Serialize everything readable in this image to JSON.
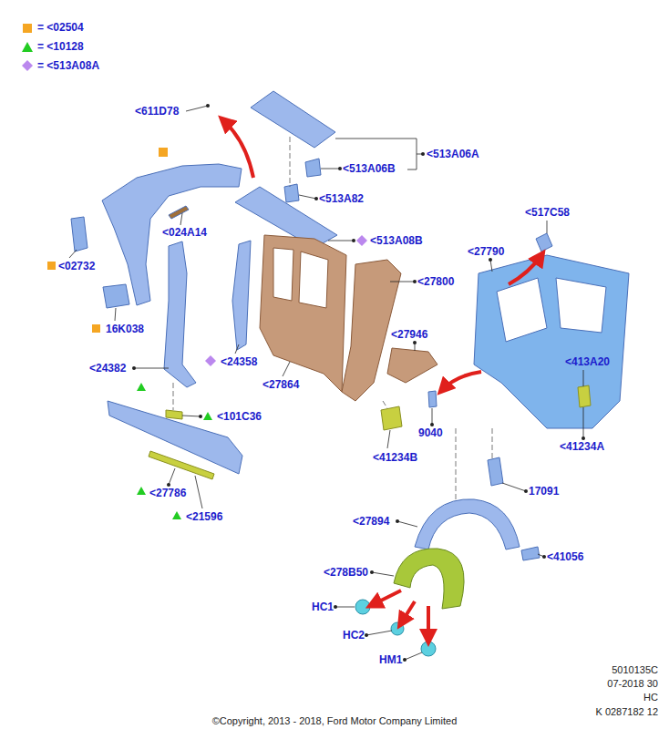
{
  "diagram": {
    "labels": [
      "<611D78",
      "<513A06A",
      "<513A06B",
      "<513A82",
      "<024A14",
      "<513A08B",
      "<517C58",
      "<27790",
      "<02732",
      "<27800",
      "16K038",
      "<27946",
      "<413A20",
      "<24382",
      "<24358",
      "<27864",
      "<101C36",
      "9040",
      "<41234B",
      "<41234A",
      "17091",
      "<27786",
      "<21596",
      "<27894",
      "<41056",
      "<278B50",
      "HC1",
      "HC2",
      "HM1",
      "5010135C",
      "07-2018 30",
      "HC",
      "K 0287182 12",
      "©Copyright, 2013 - 2018, Ford Motor Company Limited"
    ],
    "legend": [
      {
        "text": "= <02504",
        "color": "#f5a623"
      },
      {
        "text": "= <10128",
        "color": "#22cc22"
      },
      {
        "text": "= <513A08A",
        "color": "#bb88ee"
      }
    ]
  }
}
